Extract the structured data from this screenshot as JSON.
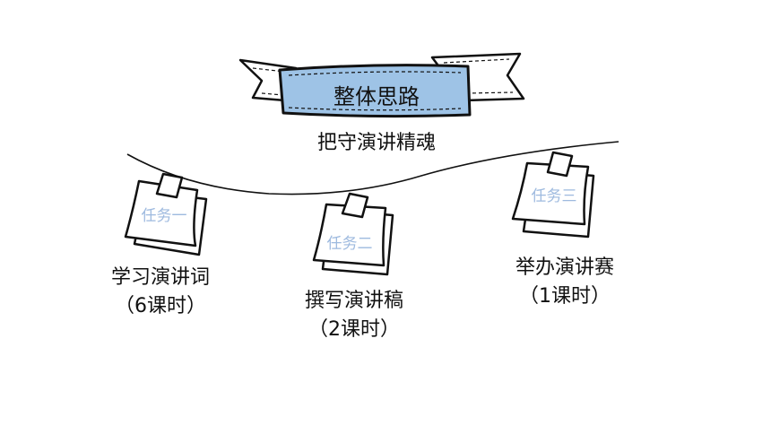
{
  "banner": {
    "title": "整体思路"
  },
  "subtitle": "把守演讲精魂",
  "tasks": [
    {
      "tag": "任务一",
      "title": "学习演讲词",
      "hours": "（6课时）"
    },
    {
      "tag": "任务二",
      "title": "撰写演讲稿",
      "hours": "（2课时）"
    },
    {
      "tag": "任务三",
      "title": "举办演讲赛",
      "hours": "（1课时）"
    }
  ],
  "colors": {
    "banner_fill": "#9ec3e6",
    "tag_text": "#9ebadf",
    "stroke": "#111111"
  }
}
